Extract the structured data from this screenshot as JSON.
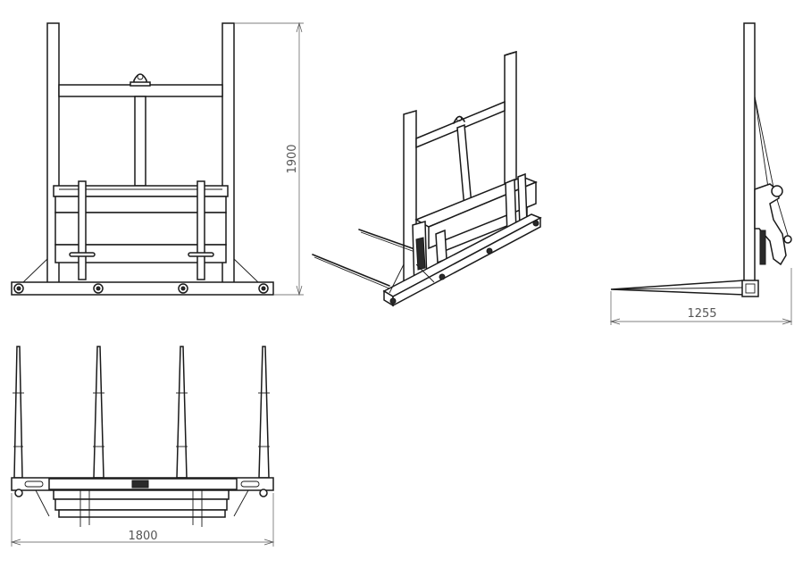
{
  "dimensions": {
    "height": "1900",
    "depth": "1255",
    "width": "1800"
  }
}
